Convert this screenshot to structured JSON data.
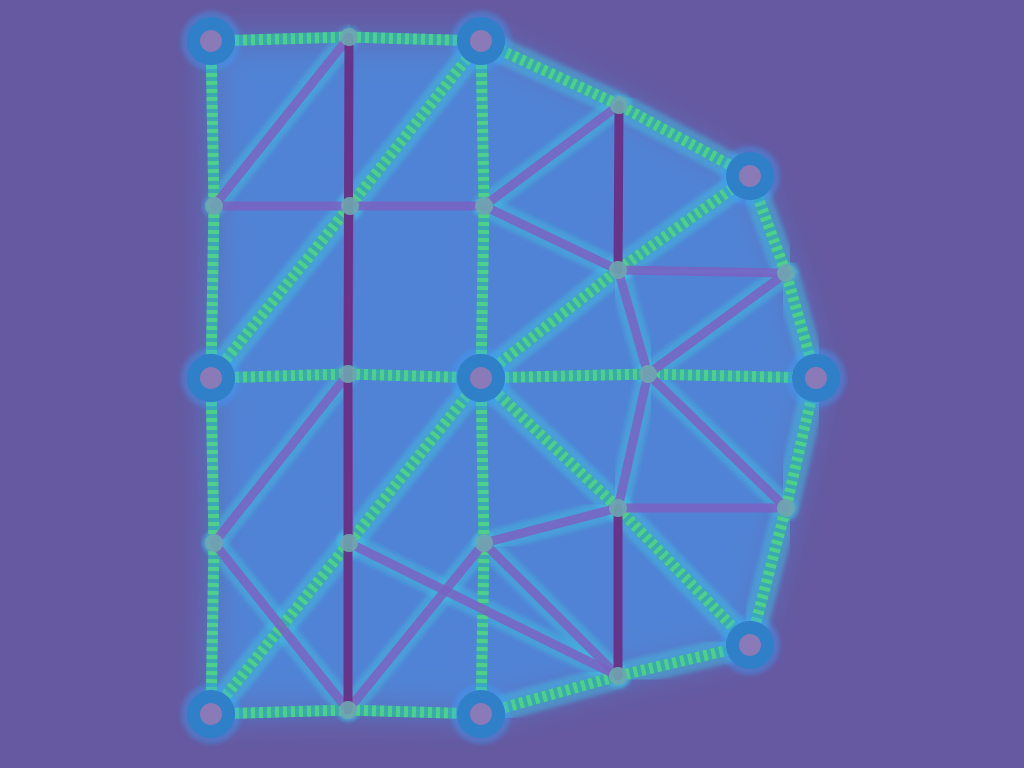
{
  "canvas": {
    "background": "#6659a1"
  },
  "palette": {
    "edge_soft": "#7b62c2",
    "edge_deep": "#6a2f86",
    "edge_tick_a": "#38b7a6",
    "edge_tick_b": "#4fd08a",
    "edge_tick_c": "#3aa9b0",
    "glow": "#39a4ff",
    "node_outer": "#2f7fc9",
    "node_inner": "#8a7ab8",
    "small_node": "#6fa7b0"
  },
  "mesh": {
    "nodes": [
      {
        "id": "n1",
        "kind": "corner"
      },
      {
        "id": "n2",
        "kind": "corner"
      },
      {
        "id": "n3",
        "kind": "corner"
      },
      {
        "id": "n4",
        "kind": "corner"
      },
      {
        "id": "n5",
        "kind": "corner"
      },
      {
        "id": "n6",
        "kind": "corner"
      },
      {
        "id": "n7",
        "kind": "corner"
      },
      {
        "id": "n8",
        "kind": "corner"
      },
      {
        "id": "n9",
        "kind": "corner"
      },
      {
        "id": "m1",
        "kind": "mid"
      },
      {
        "id": "m2",
        "kind": "mid"
      },
      {
        "id": "m3",
        "kind": "mid"
      },
      {
        "id": "m4",
        "kind": "mid"
      },
      {
        "id": "m5",
        "kind": "mid"
      },
      {
        "id": "m6",
        "kind": "mid"
      },
      {
        "id": "m7",
        "kind": "mid"
      },
      {
        "id": "m8",
        "kind": "mid"
      },
      {
        "id": "m9",
        "kind": "mid"
      },
      {
        "id": "m10",
        "kind": "mid"
      },
      {
        "id": "m11",
        "kind": "mid"
      },
      {
        "id": "m12",
        "kind": "mid"
      },
      {
        "id": "m13",
        "kind": "mid"
      },
      {
        "id": "m14",
        "kind": "mid"
      },
      {
        "id": "m15",
        "kind": "mid"
      },
      {
        "id": "m16",
        "kind": "mid"
      }
    ],
    "edges": [
      {
        "a": "n1",
        "b": "m1",
        "style": "tick"
      },
      {
        "a": "m1",
        "b": "n2",
        "style": "tick"
      },
      {
        "a": "n1",
        "b": "m2",
        "style": "tick"
      },
      {
        "a": "m2",
        "b": "n4",
        "style": "tick"
      },
      {
        "a": "n4",
        "b": "m7",
        "style": "tick"
      },
      {
        "a": "m7",
        "b": "n7",
        "style": "tick"
      },
      {
        "a": "n7",
        "b": "m10",
        "style": "tick"
      },
      {
        "a": "m10",
        "b": "n8",
        "style": "tick"
      },
      {
        "a": "n8",
        "b": "m13",
        "style": "tick"
      },
      {
        "a": "m13",
        "b": "n9",
        "style": "tick"
      },
      {
        "a": "n9",
        "b": "m14",
        "style": "tick"
      },
      {
        "a": "m14",
        "b": "n6",
        "style": "tick"
      },
      {
        "a": "n6",
        "b": "m16",
        "style": "tick"
      },
      {
        "a": "m16",
        "b": "n3",
        "style": "tick"
      },
      {
        "a": "n3",
        "b": "m4",
        "style": "tick"
      },
      {
        "a": "m4",
        "b": "n2",
        "style": "tick"
      },
      {
        "a": "n4",
        "b": "m6",
        "style": "tick"
      },
      {
        "a": "m6",
        "b": "n5",
        "style": "tick"
      },
      {
        "a": "n5",
        "b": "m9",
        "style": "tick"
      },
      {
        "a": "m9",
        "b": "n6",
        "style": "tick"
      },
      {
        "a": "n2",
        "b": "m5",
        "style": "tick"
      },
      {
        "a": "m5",
        "b": "n5",
        "style": "tick"
      },
      {
        "a": "n5",
        "b": "m11",
        "style": "tick"
      },
      {
        "a": "m11",
        "b": "n8",
        "style": "tick"
      },
      {
        "a": "n4",
        "b": "m3",
        "style": "tick"
      },
      {
        "a": "m3",
        "b": "n2",
        "style": "tick"
      },
      {
        "a": "n7",
        "b": "m12",
        "style": "tick"
      },
      {
        "a": "m12",
        "b": "n5",
        "style": "tick"
      },
      {
        "a": "n5",
        "b": "m8",
        "style": "tick"
      },
      {
        "a": "m8",
        "b": "n3",
        "style": "tick"
      },
      {
        "a": "n5",
        "b": "m15",
        "style": "tick"
      },
      {
        "a": "m15",
        "b": "n9",
        "style": "tick"
      },
      {
        "a": "m2",
        "b": "m1",
        "style": "soft"
      },
      {
        "a": "m2",
        "b": "m3",
        "style": "soft"
      },
      {
        "a": "m3",
        "b": "m5",
        "style": "soft"
      },
      {
        "a": "m5",
        "b": "m4",
        "style": "soft"
      },
      {
        "a": "m5",
        "b": "m8",
        "style": "soft"
      },
      {
        "a": "m3",
        "b": "m6",
        "style": "soft"
      },
      {
        "a": "m8",
        "b": "m16",
        "style": "soft"
      },
      {
        "a": "m8",
        "b": "m9",
        "style": "soft"
      },
      {
        "a": "m9",
        "b": "m16",
        "style": "soft"
      },
      {
        "a": "m6",
        "b": "m7",
        "style": "soft"
      },
      {
        "a": "m7",
        "b": "m10",
        "style": "soft"
      },
      {
        "a": "m10",
        "b": "m11",
        "style": "soft"
      },
      {
        "a": "m11",
        "b": "m15",
        "style": "soft"
      },
      {
        "a": "m15",
        "b": "m14",
        "style": "soft"
      },
      {
        "a": "m9",
        "b": "m15",
        "style": "soft"
      },
      {
        "a": "m9",
        "b": "m14",
        "style": "soft"
      },
      {
        "a": "m11",
        "b": "m13",
        "style": "soft"
      },
      {
        "a": "m6",
        "b": "m12",
        "style": "soft"
      },
      {
        "a": "m12",
        "b": "m13",
        "style": "soft"
      },
      {
        "a": "m1",
        "b": "m6",
        "style": "deep"
      },
      {
        "a": "m6",
        "b": "m10",
        "style": "deep"
      },
      {
        "a": "m4",
        "b": "m8",
        "style": "deep"
      },
      {
        "a": "m15",
        "b": "m13",
        "style": "deep"
      }
    ]
  }
}
